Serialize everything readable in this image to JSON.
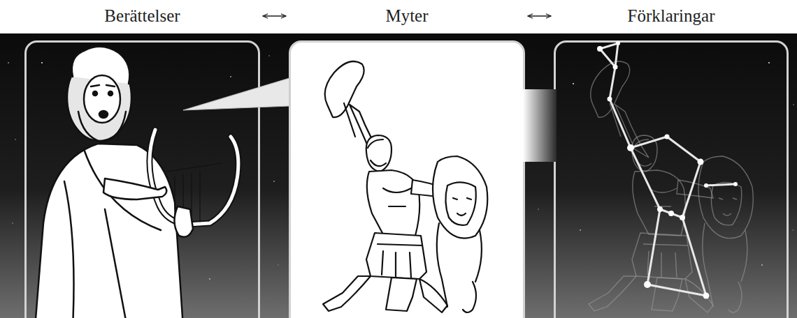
{
  "diagram": {
    "nodes": [
      {
        "text": [
          "Berättelser"
        ]
      },
      {
        "text": [
          "Myter"
        ]
      },
      {
        "text": [
          "Förklaringar"
        ]
      }
    ],
    "edges": [
      {
        "from": 0,
        "to": 1,
        "arrow": "both"
      },
      {
        "from": 1,
        "to": 2,
        "arrow": "both"
      }
    ]
  }
}
